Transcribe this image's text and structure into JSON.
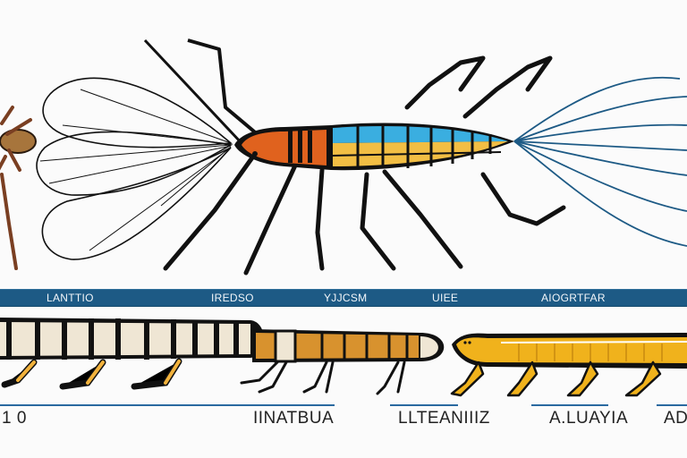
{
  "illustration": {
    "subject": "insect life stages illustration",
    "top_band": {
      "color": "#1d5a85",
      "labels": [
        "LANTTIO",
        "IREDSO",
        "YJJCSM",
        "UIEE",
        "AIOGRTFAR"
      ]
    },
    "bottom_labels": [
      "1 0",
      "IINATBUA",
      "LLTEANIIIZ",
      "A.LUAYIA",
      "AD"
    ],
    "colors": {
      "outline": "#111111",
      "orange_head": "#e0621e",
      "blue_abdomen": "#3aaee0",
      "yellow_abdomen": "#f2be44",
      "cream_larva": "#efe6d4",
      "amber_larva": "#d8922e",
      "yellow_larva": "#f0b21c",
      "wing_blue": "#1d5a85",
      "brown_insect": "#a0703a"
    }
  }
}
